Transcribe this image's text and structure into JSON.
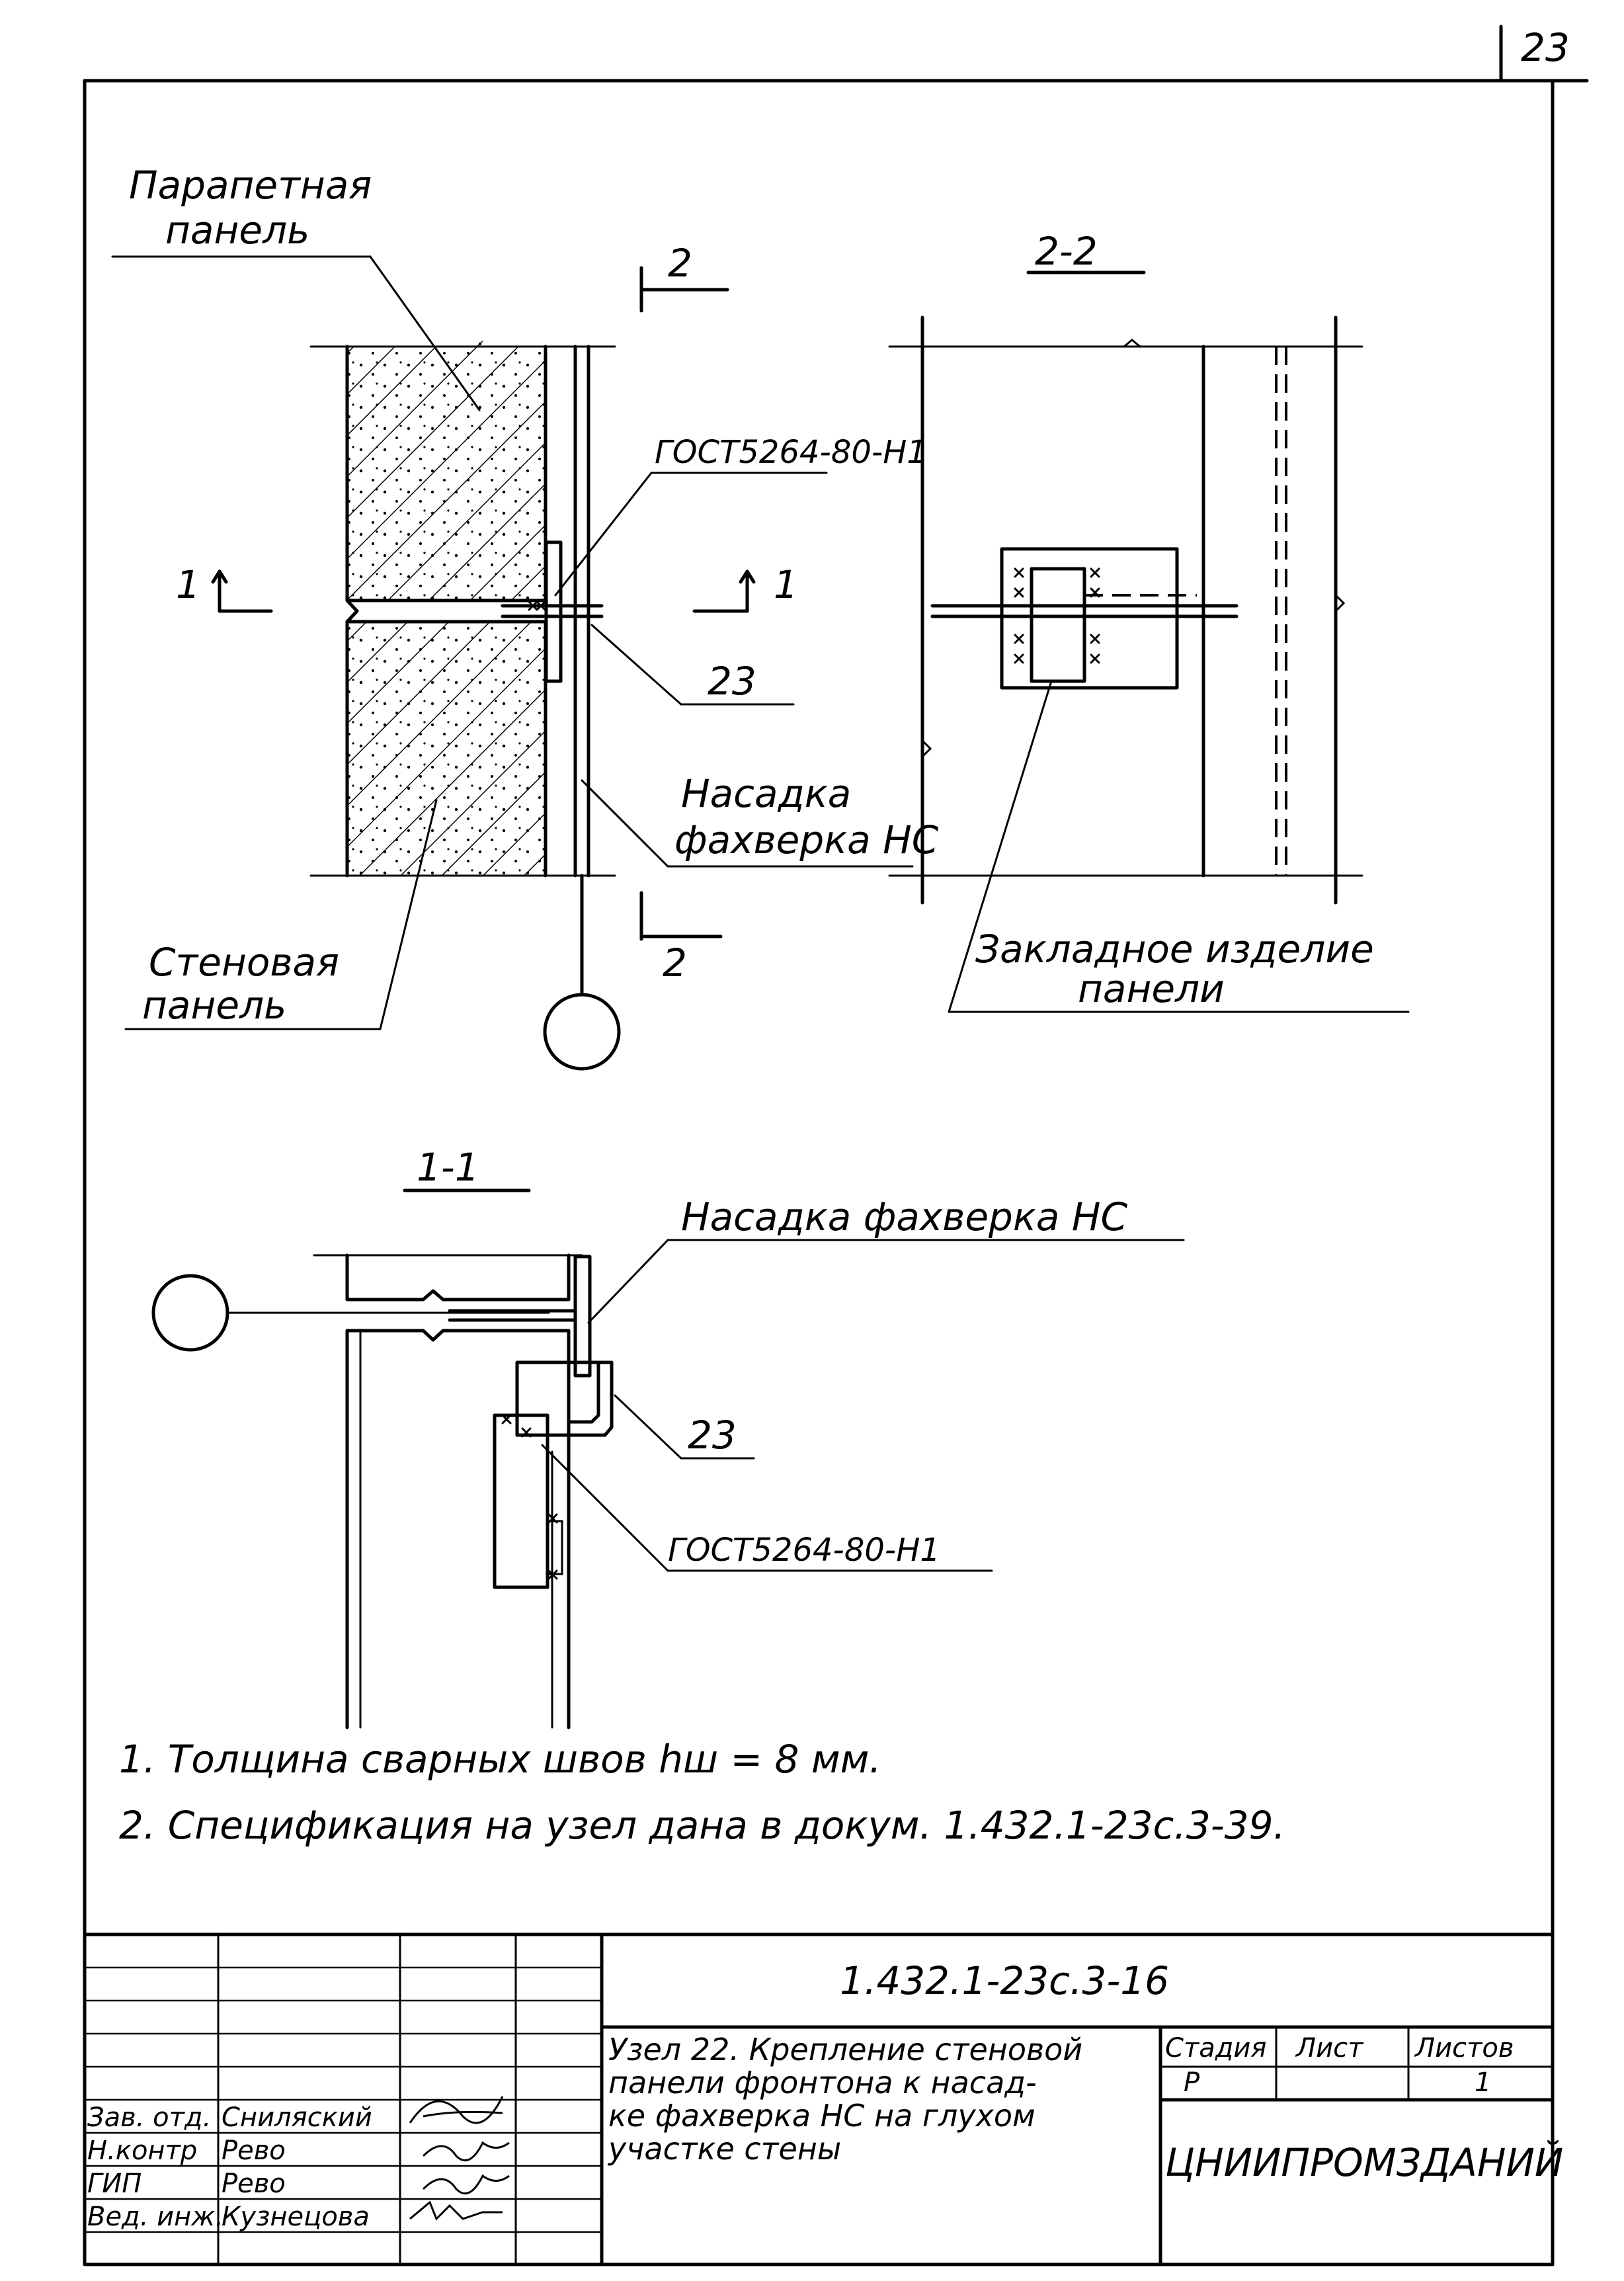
{
  "sheet_corner_number": "23",
  "view_main": {
    "label_parapet": [
      "Парапетная",
      "панель"
    ],
    "label_wall": [
      "Стеновая",
      "панель"
    ],
    "label_gost": "ГОСТ5264-80-Н1",
    "label_item": "23",
    "label_nozzle": [
      "Насадка",
      "фахверка НС"
    ],
    "cut_1_left": "1",
    "cut_1_right": "1",
    "cut_2_top": "2",
    "cut_2_bottom": "2"
  },
  "view_2_2": {
    "title": "2-2",
    "label_embed": [
      "Закладное изделие",
      "панели"
    ]
  },
  "view_1_1": {
    "title": "1-1",
    "label_nozzle": "Насадка фахверка НС",
    "label_item": "23",
    "label_gost": "ГОСТ5264-80-Н1"
  },
  "notes": [
    "1. Толщина сварных швов hш = 8 мм.",
    "2. Спецификация на узел дана в докум. 1.432.1-23с.3-39."
  ],
  "title_block": {
    "code": "1.432.1-23с.3-16",
    "title": [
      "Узел 22. Крепление стеновой",
      "панели фронтона к насад-",
      "ке фахверка НС на глухом",
      "участке стены"
    ],
    "stage_header": "Стадия",
    "sheet_header": "Лист",
    "sheets_header": "Листов",
    "stage": "Р",
    "sheet": "",
    "sheets": "1",
    "organization": "ЦНИИПРОМЗДАНИЙ",
    "signatures": [
      {
        "role": "Зав. отд.",
        "name": "Сниляский"
      },
      {
        "role": "Н.контр",
        "name": "Рево"
      },
      {
        "role": "ГИП",
        "name": "Рево"
      },
      {
        "role": "Вед. инж.",
        "name": "Кузнецова"
      }
    ]
  }
}
